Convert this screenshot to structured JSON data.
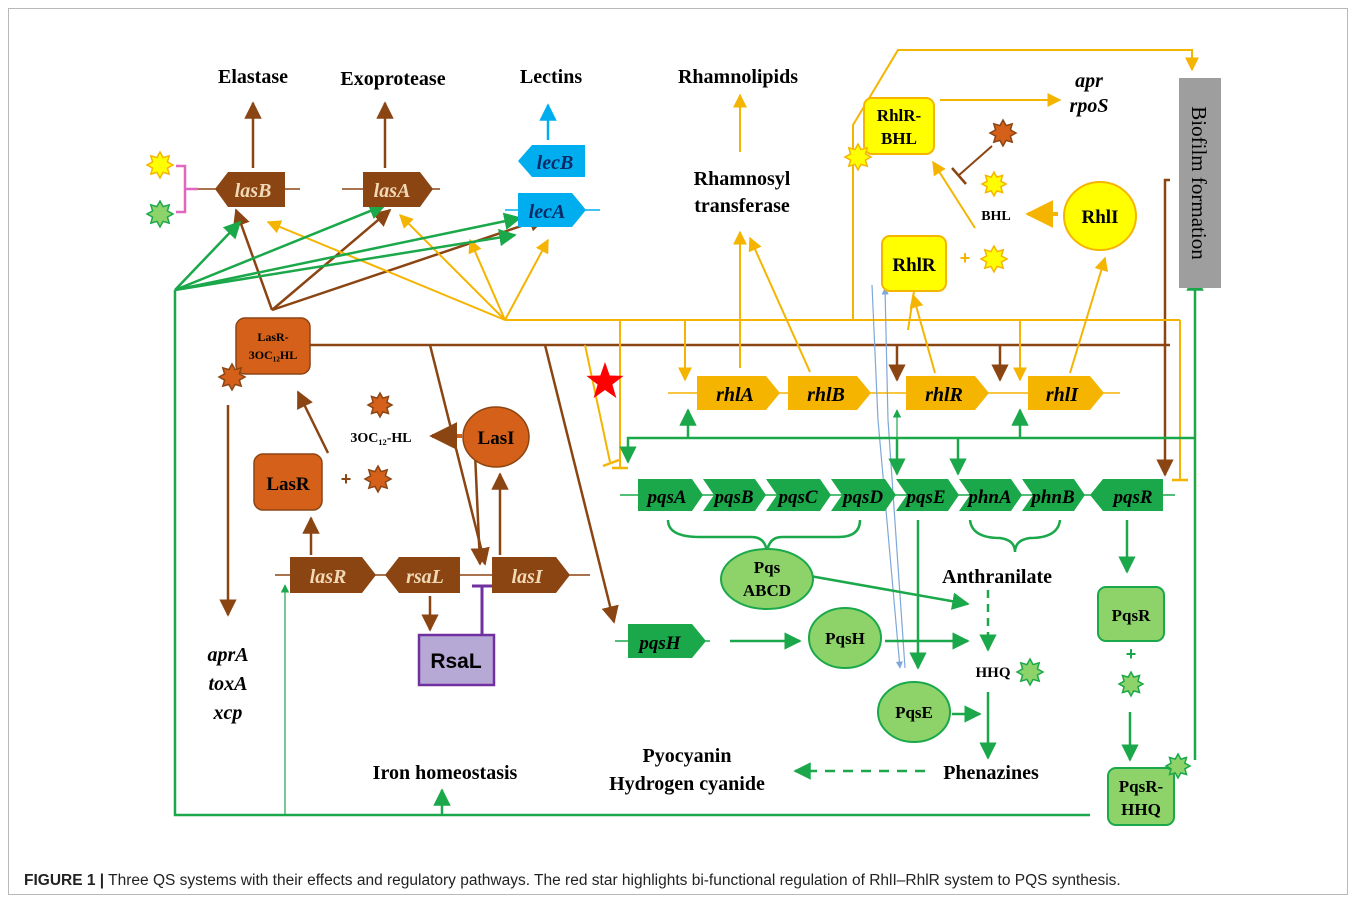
{
  "colors": {
    "las": "#8b4513",
    "las_box": "#d4601a",
    "rhl": "#f5b400",
    "rhl_yellow": "#ffff00",
    "pqs": "#1aa84a",
    "pqs_light": "#8ed36a",
    "lec": "#00aeef",
    "rsal": "#b7a9d6",
    "rsal_border": "#7030a0",
    "biofilm": "#9e9e9e",
    "star_red": "#ff0000"
  },
  "products": {
    "elastase": "Elastase",
    "exoprotease": "Exoprotease",
    "lectins": "Lectins",
    "rhamnolipids": "Rhamnolipids",
    "rhamnosyl_1": "Rhamnosyl",
    "rhamnosyl_2": "transferase",
    "apr": "apr",
    "rpos": "rpoS",
    "biofilm": "Biofilm  formation",
    "apra": "aprA",
    "toxa": "toxA",
    "xcp": "xcp",
    "iron": "Iron homeostasis",
    "pyocyanin": "Pyocyanin",
    "hcn": "Hydrogen cyanide",
    "phenazines": "Phenazines",
    "anthranilate": "Anthranilate",
    "hhq": "HHQ",
    "bhl": "BHL",
    "oc12hl": "3OC₁₂-HL"
  },
  "genes": {
    "lasB": "lasB",
    "lasA": "lasA",
    "lecB": "lecB",
    "lecA": "lecA",
    "lasR": "lasR",
    "rsaL": "rsaL",
    "lasI": "lasI",
    "rhlA": "rhlA",
    "rhlB": "rhlB",
    "rhlR": "rhlR",
    "rhlI": "rhlI",
    "pqsA": "pqsA",
    "pqsB": "pqsB",
    "pqsC": "pqsC",
    "pqsD": "pqsD",
    "pqsE": "pqsE",
    "phnA": "phnA",
    "phnB": "phnB",
    "pqsR": "pqsR",
    "pqsH": "pqsH"
  },
  "proteins": {
    "lasr_3oc_1": "LasR-",
    "lasr_3oc_2": "3OC₁₂HL",
    "lasR": "LasR",
    "lasI": "LasI",
    "rsaL": "RsaL",
    "rhlr_bhl_1": "RhlR-",
    "rhlr_bhl_2": "BHL",
    "rhlR": "RhlR",
    "rhlI": "RhlI",
    "pqs_abcd_1": "Pqs",
    "pqs_abcd_2": "ABCD",
    "pqsH": "PqsH",
    "pqsE": "PqsE",
    "pqsR": "PqsR",
    "pqsr_hhq_1": "PqsR-",
    "pqsr_hhq_2": "HHQ"
  },
  "caption": {
    "label": "FIGURE 1 |",
    "text": " Three QS systems with their effects and regulatory pathways. The red star highlights bi-functional regulation of RhlI–RhlR system to PQS synthesis."
  }
}
